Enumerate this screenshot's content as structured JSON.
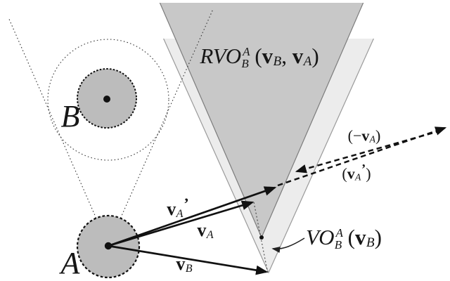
{
  "figure": {
    "colors": {
      "background": "#ffffff",
      "rvo_cone_fill": "#c8c8c8",
      "rvo_cone_stroke": "#7c7c7c",
      "vo_cone_fill": "#ececec",
      "vo_cone_stroke": "#9a9a9a",
      "agent_disc_fill": "#bcbcbc",
      "ink": "#111111"
    },
    "labels": {
      "rvo": {
        "name": "RVO",
        "sup": "A",
        "sub": "B",
        "open": "(",
        "v1": "v",
        "v1_sub": "B",
        "comma": ", ",
        "v2": "v",
        "v2_sub": "A",
        "close": ")"
      },
      "vo": {
        "name": "VO",
        "sup": "A",
        "sub": "B",
        "open": "(",
        "v": "v",
        "v_sub": "B",
        "close": ")"
      },
      "neg_va": {
        "open": "(−",
        "v": "v",
        "sub": "A",
        "close": ")"
      },
      "va_prime_paren": {
        "open": "(",
        "v": "v",
        "sub": "A",
        "prime": "’",
        "close": ")"
      },
      "va_prime": {
        "v": "v",
        "sub": "A",
        "prime": "’"
      },
      "va": {
        "v": "v",
        "sub": "A"
      },
      "vb": {
        "v": "v",
        "sub": "B"
      },
      "agent_a": "A",
      "agent_b": "B"
    }
  }
}
